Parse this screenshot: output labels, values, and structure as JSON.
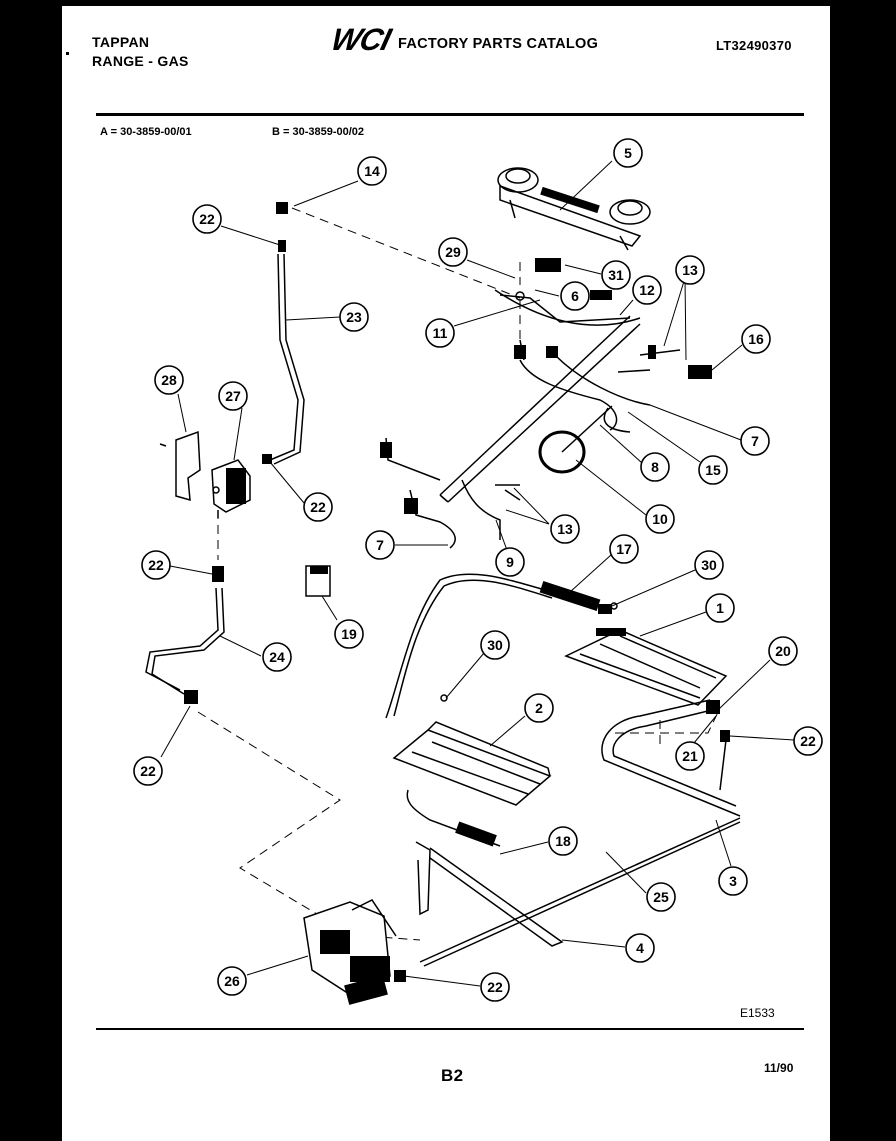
{
  "header": {
    "brand_line1": "TAPPAN",
    "brand_line2": "RANGE - GAS",
    "logo_text": "WCI",
    "catalog_title": "FACTORY PARTS CATALOG",
    "catalog_number": "LT32490370"
  },
  "models": {
    "a": "A = 30-3859-00/01",
    "b": "B = 30-3859-00/02"
  },
  "diagram_code": "E1533",
  "footer": {
    "page_label": "B2",
    "date": "11/90"
  },
  "callouts": [
    "5",
    "14",
    "22",
    "29",
    "31",
    "6",
    "12",
    "13",
    "16",
    "23",
    "11",
    "28",
    "27",
    "7",
    "8",
    "15",
    "10",
    "13",
    "22",
    "7",
    "9",
    "17",
    "30",
    "22",
    "19",
    "1",
    "24",
    "30",
    "20",
    "2",
    "22",
    "21",
    "22",
    "18",
    "3",
    "25",
    "4",
    "26",
    "22"
  ]
}
